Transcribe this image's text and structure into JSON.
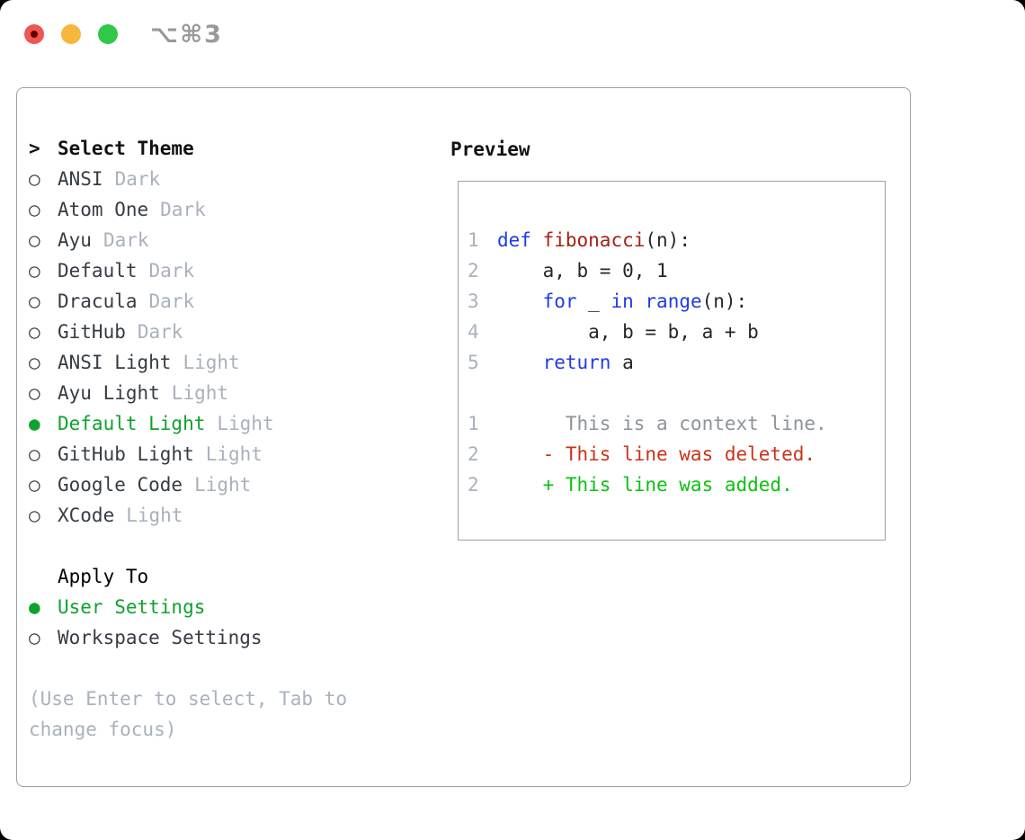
{
  "window": {
    "title": "⌥⌘3"
  },
  "theme_selector": {
    "cursor": ">",
    "title": "Select Theme",
    "items": [
      {
        "bullet": "○",
        "name": "ANSI",
        "tag": "Dark",
        "selected": false
      },
      {
        "bullet": "○",
        "name": "Atom One",
        "tag": "Dark",
        "selected": false
      },
      {
        "bullet": "○",
        "name": "Ayu",
        "tag": "Dark",
        "selected": false
      },
      {
        "bullet": "○",
        "name": "Default",
        "tag": "Dark",
        "selected": false
      },
      {
        "bullet": "○",
        "name": "Dracula",
        "tag": "Dark",
        "selected": false
      },
      {
        "bullet": "○",
        "name": "GitHub",
        "tag": "Dark",
        "selected": false
      },
      {
        "bullet": "○",
        "name": "ANSI Light",
        "tag": "Light",
        "selected": false
      },
      {
        "bullet": "○",
        "name": "Ayu Light",
        "tag": "Light",
        "selected": false
      },
      {
        "bullet": "●",
        "name": "Default Light",
        "tag": "Light",
        "selected": true
      },
      {
        "bullet": "○",
        "name": "GitHub Light",
        "tag": "Light",
        "selected": false
      },
      {
        "bullet": "○",
        "name": "Google Code",
        "tag": "Light",
        "selected": false
      },
      {
        "bullet": "○",
        "name": "XCode",
        "tag": "Light",
        "selected": false
      }
    ]
  },
  "apply_to": {
    "title": "Apply To",
    "items": [
      {
        "bullet": "●",
        "name": "User Settings",
        "selected": true
      },
      {
        "bullet": "○",
        "name": "Workspace Settings",
        "selected": false
      }
    ]
  },
  "hint": "(Use Enter to select, Tab to change focus)",
  "preview": {
    "title": "Preview",
    "lines": [
      {
        "num": "1",
        "kind": "code",
        "tokens": [
          {
            "t": "def",
            "c": "kw"
          },
          {
            "t": " ",
            "c": "pl"
          },
          {
            "t": "fibonacci",
            "c": "fn"
          },
          {
            "t": "(n):",
            "c": "pl"
          }
        ]
      },
      {
        "num": "2",
        "kind": "code",
        "tokens": [
          {
            "t": "    a, b = 0, 1",
            "c": "pl"
          }
        ]
      },
      {
        "num": "3",
        "kind": "code",
        "tokens": [
          {
            "t": "    ",
            "c": "pl"
          },
          {
            "t": "for",
            "c": "kw"
          },
          {
            "t": " _ ",
            "c": "pl"
          },
          {
            "t": "in",
            "c": "kw"
          },
          {
            "t": " ",
            "c": "pl"
          },
          {
            "t": "range",
            "c": "kw"
          },
          {
            "t": "(n):",
            "c": "pl"
          }
        ]
      },
      {
        "num": "4",
        "kind": "code",
        "tokens": [
          {
            "t": "        a, b = b, a + b",
            "c": "pl"
          }
        ]
      },
      {
        "num": "5",
        "kind": "code",
        "tokens": [
          {
            "t": "    ",
            "c": "pl"
          },
          {
            "t": "return",
            "c": "kw"
          },
          {
            "t": " a",
            "c": "pl"
          }
        ]
      },
      {
        "num": "",
        "kind": "blank",
        "tokens": []
      },
      {
        "num": "1",
        "kind": "context",
        "tokens": [
          {
            "t": "      This is a context line.",
            "c": "context"
          }
        ]
      },
      {
        "num": "2",
        "kind": "deleted",
        "tokens": [
          {
            "t": "    - This line was deleted.",
            "c": "deleted"
          }
        ]
      },
      {
        "num": "2",
        "kind": "added",
        "tokens": [
          {
            "t": "    + This line was added.",
            "c": "added"
          }
        ]
      }
    ]
  },
  "colors": {
    "accent_selected": "#0ea32c",
    "keyword_blue": "#1e3be8",
    "function_red": "#a52017",
    "deleted_red": "#ca3318",
    "added_green": "#0cc212",
    "muted_gray": "#a9b1bc",
    "context_gray": "#8d939a",
    "item_text": "#363c44",
    "heading_text": "#101214",
    "panel_border": "#9aa1ab",
    "traffic_red": "#f1564e",
    "traffic_yellow": "#f5b73d",
    "traffic_green": "#31c748",
    "title_gray": "#97999d"
  }
}
